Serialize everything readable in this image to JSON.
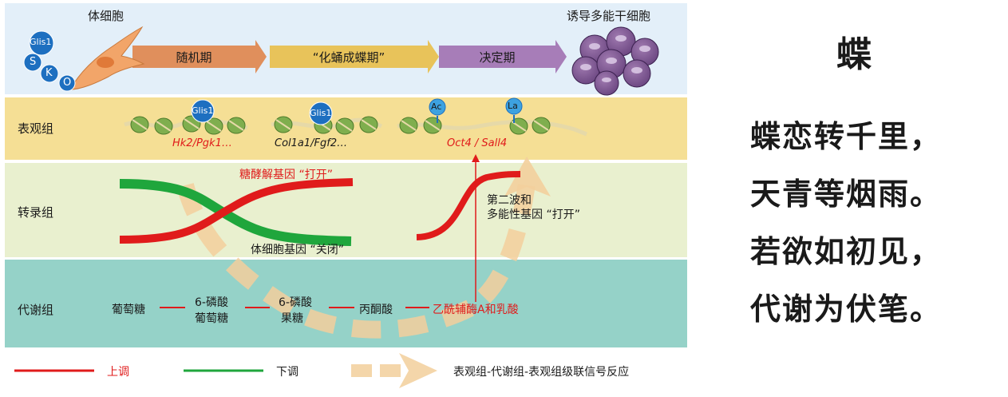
{
  "panels": {
    "top": {
      "somatic_cell": "体细胞",
      "ipsc": "诱导多能干细胞",
      "factors": [
        "Glis1",
        "S",
        "K",
        "O"
      ],
      "phases": [
        "随机期",
        "“化蛹成蝶期”",
        "决定期"
      ]
    },
    "epigenome": {
      "label": "表观组",
      "genes1": "Hk2/Pgk1…",
      "genes2": "Col1a1/Fgf2…",
      "genes3": "Oct4 / Sall4",
      "glis": "Glis1",
      "ac": "Ac",
      "la": "La"
    },
    "transcriptome": {
      "label": "转录组",
      "glycolysis_on": "糖酵解基因 “打开”",
      "somatic_off": "体细胞基因 “关闭”",
      "second_wave_1": "第二波和",
      "second_wave_2": "多能性基因 “打开”"
    },
    "metabolome": {
      "label": "代谢组",
      "m1": "葡萄糖",
      "m2a": "6-磷酸",
      "m2b": "葡萄糖",
      "m3a": "6-磷酸",
      "m3b": "果糖",
      "m4": "丙酮酸",
      "m5": "乙酰辅酶A和乳酸"
    }
  },
  "legend": {
    "up": "上调",
    "down": "下调",
    "cascade": "表观组-代谢组-表观组级联信号反应"
  },
  "poem": {
    "title": "蝶",
    "lines": [
      "蝶恋转千里，",
      "天青等烟雨。",
      "若欲如初见，",
      "代谢为伏笔。"
    ]
  },
  "colors": {
    "up": "#e01b1b",
    "down": "#1fa63c",
    "cascade": "#f3cf9c",
    "glis": "#1d6fc0"
  }
}
